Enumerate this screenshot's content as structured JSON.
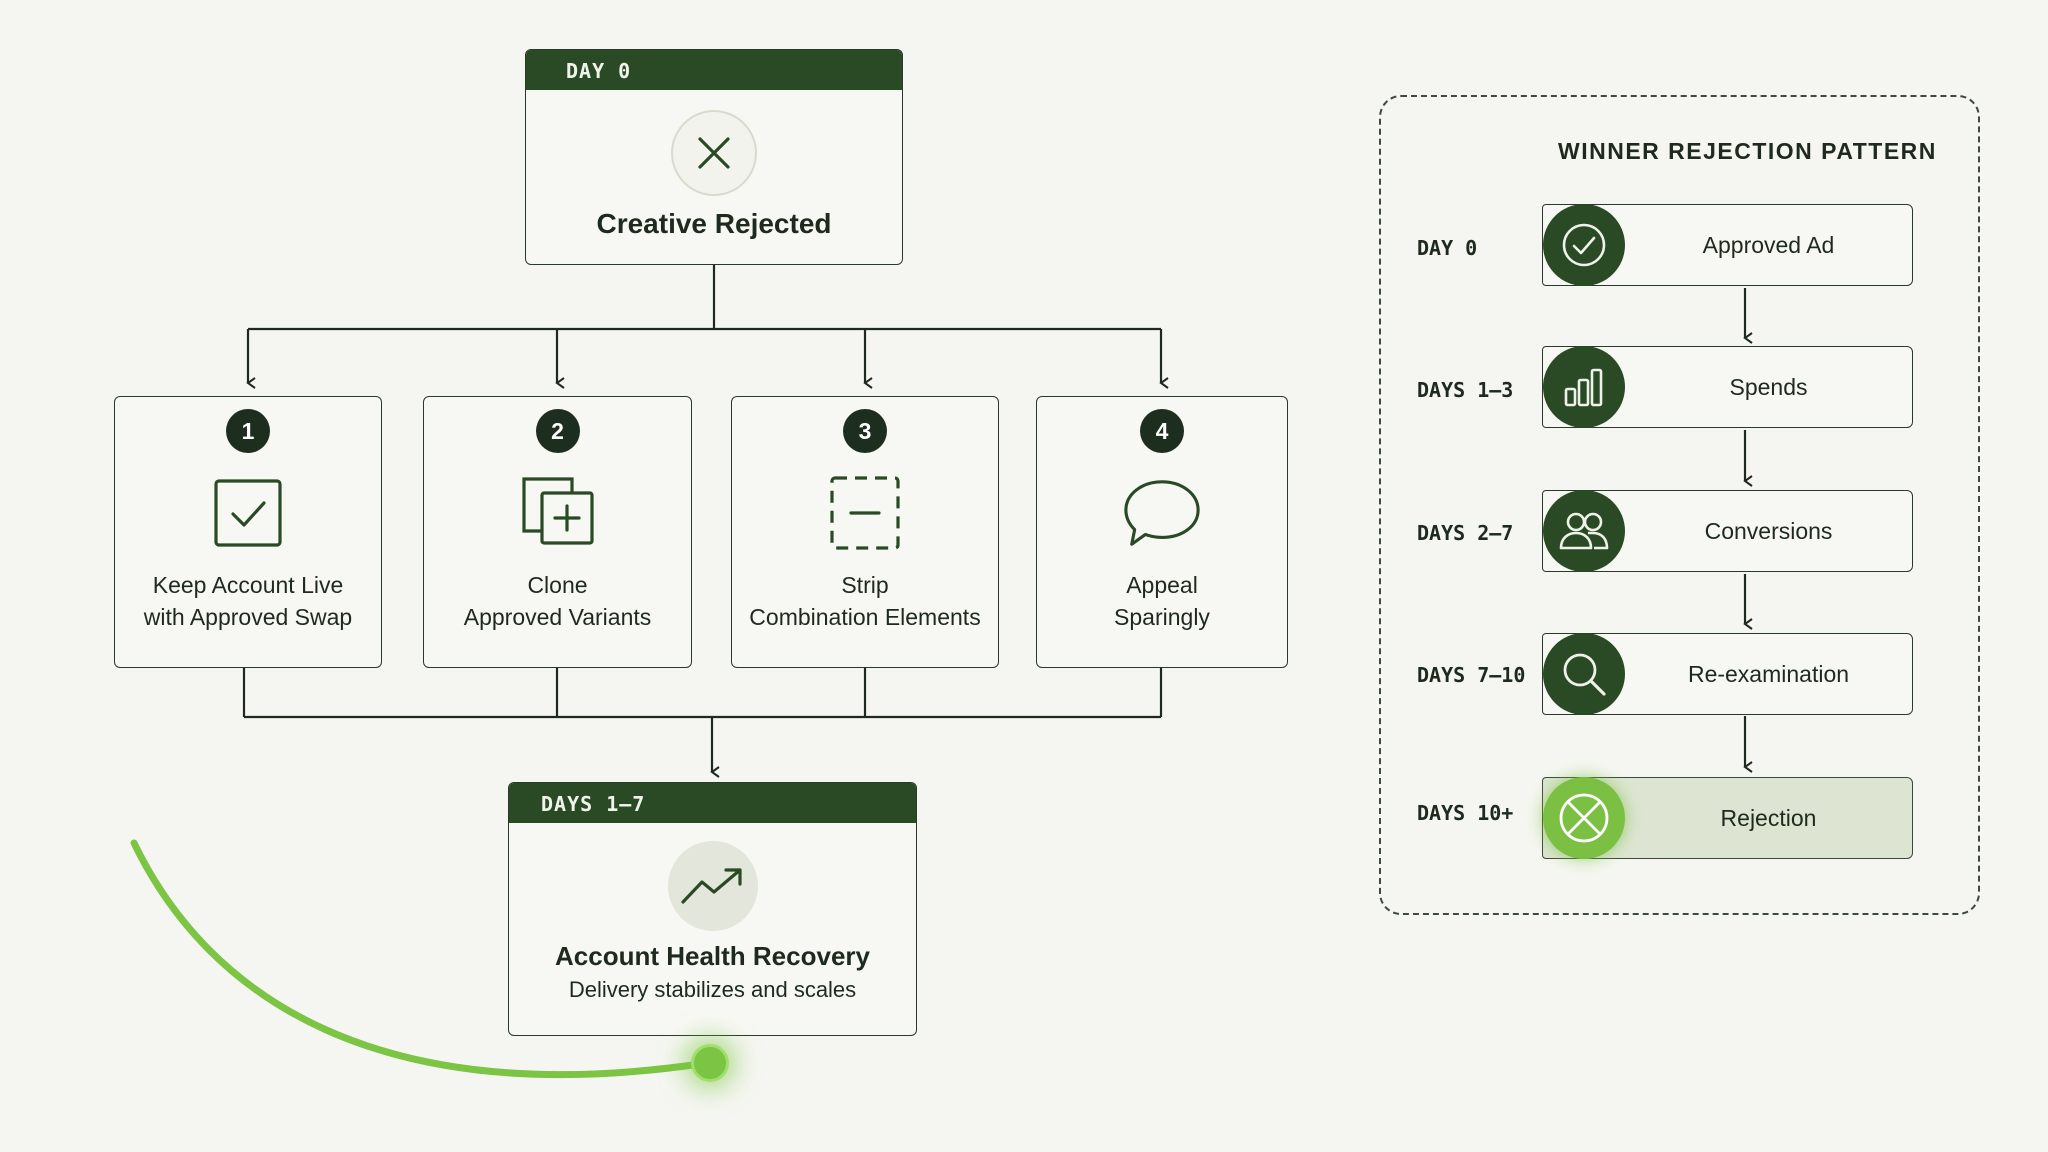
{
  "top_box": {
    "header": "DAY 0",
    "icon": "x-circle-icon",
    "title": "Creative Rejected"
  },
  "options": [
    {
      "num": "1",
      "icon": "checkbox-icon",
      "line1": "Keep Account Live",
      "line2": "with Approved Swap"
    },
    {
      "num": "2",
      "icon": "clone-plus-icon",
      "line1": "Clone",
      "line2": "Approved Variants"
    },
    {
      "num": "3",
      "icon": "strip-minus-icon",
      "line1": "Strip",
      "line2": "Combination Elements"
    },
    {
      "num": "4",
      "icon": "speech-bubble-icon",
      "line1": "Appeal",
      "line2": "Sparingly"
    }
  ],
  "bottom_box": {
    "header": "DAYS 1–7",
    "icon": "trend-up-icon",
    "title": "Account Health Recovery",
    "subtitle": "Delivery stabilizes and scales"
  },
  "pattern": {
    "title": "WINNER REJECTION PATTERN",
    "steps": [
      {
        "day": "DAY 0",
        "label": "Approved Ad",
        "icon": "check-circle-icon"
      },
      {
        "day": "DAYS 1–3",
        "label": "Spends",
        "icon": "bar-chart-icon"
      },
      {
        "day": "DAYS 2–7",
        "label": "Conversions",
        "icon": "people-icon"
      },
      {
        "day": "DAYS 7–10",
        "label": "Re-examination",
        "icon": "magnifier-icon"
      },
      {
        "day": "DAYS 10+",
        "label": "Rejection",
        "icon": "x-circle-icon"
      }
    ]
  },
  "colors": {
    "dark_green": "#2a4a25",
    "alert_green": "#7bc043",
    "background": "#f5f6f1",
    "line": "#1e2a1e"
  }
}
